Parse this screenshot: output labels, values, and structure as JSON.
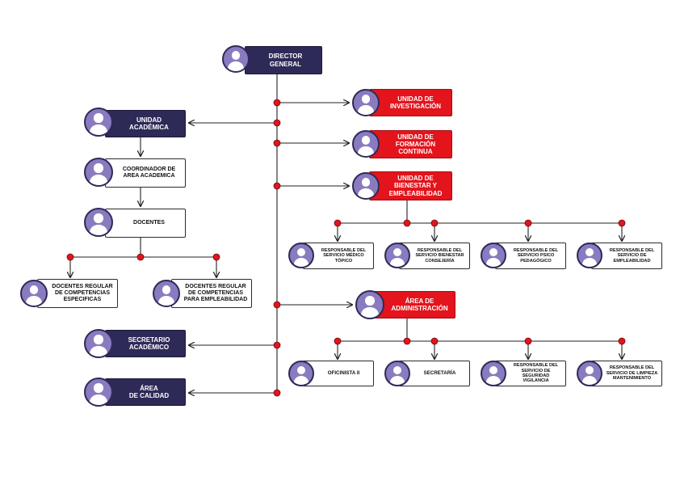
{
  "colors": {
    "navy": "#2e2a57",
    "red": "#e3141c",
    "avatar": "#8a7bc0",
    "connector": "#222222",
    "dot": "#e3141c"
  },
  "icon": "person-avatar-icon",
  "nodes": {
    "director": {
      "label": "DIRECTOR\nGENERAL"
    },
    "investigacion": {
      "label": "UNIDAD DE\nINVESTIGACIÓN"
    },
    "academica": {
      "label": "UNIDAD\nACADÉMICA"
    },
    "formacion": {
      "label": "UNIDAD DE\nFORMACIÓN\nCONTINUA"
    },
    "coordinador": {
      "label": "COORDINADOR DE\nAREA ACADEMICA"
    },
    "bienestar": {
      "label": "UNIDAD DE\nBIENESTAR Y\nEMPLEABILIDAD"
    },
    "docentes": {
      "label": "DOCENTES"
    },
    "medico": {
      "label": "RESPONSABLE DEL\nSERVICIO MÉDICO\nTÓPICO"
    },
    "consejeria": {
      "label": "RESPONSABLE  DEL\nSERVICIO BIENESTAR\nCONSEJERÍA"
    },
    "psico": {
      "label": "RESPONSABLE DEL\nSERVICIO PSICO\nPEDAGÓGICO"
    },
    "empleabilidad": {
      "label": "RESPONSABLE DEL\nSERVICIO DE\nEMPLEABILIDAD"
    },
    "docentes_especificas": {
      "label": "DOCENTES REGULAR\nDE COMPETENCIAS\nESPECIFICAS"
    },
    "docentes_empleabilidad": {
      "label": "DOCENTES REGULAR\nDE COMPETENCIAS\nPARA EMPLEABILIDAD"
    },
    "administracion": {
      "label": "ÁREA DE\nADMINISTRACIÓN"
    },
    "secretario": {
      "label": "SECRETARIO\nACADÉMICO"
    },
    "oficinista": {
      "label": "OFICINISTA II"
    },
    "secretaria": {
      "label": "SECRETARÍA"
    },
    "seguridad": {
      "label": "RESPONSABLE DEL\nSERVICIO DE\nSEGURIDAD VIGILANCIA"
    },
    "limpieza": {
      "label": "RESPONSABLE DEL\nSERVICIO DE LIMPIEZA\nMANTENIMIENTO"
    },
    "calidad": {
      "label": "ÁREA\nDE CALIDAD"
    }
  }
}
